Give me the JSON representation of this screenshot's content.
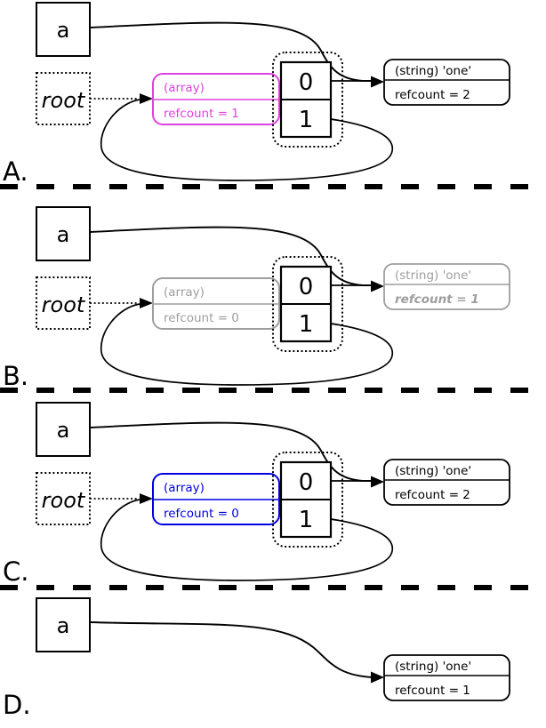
{
  "diagram": {
    "description_labels": {
      "cycle_structure": "array with self-referencing cell and string reference"
    },
    "colors": {
      "magenta": "#e040e0",
      "gray": "#9e9e9e",
      "blue": "#0000e0",
      "black": "#000000"
    }
  },
  "panels": [
    {
      "label": "A.",
      "var": "a",
      "root": "root",
      "array_type": "(array)",
      "array_refcount": "refcount = 1",
      "array_color": "#e040e0",
      "cell0": "0",
      "cell1": "1",
      "string_type": "(string) 'one'",
      "string_refcount": "refcount = 2",
      "string_color": "#000000"
    },
    {
      "label": "B.",
      "var": "a",
      "root": "root",
      "array_type": "(array)",
      "array_refcount": "refcount = 0",
      "array_color": "#9e9e9e",
      "cell0": "0",
      "cell1": "1",
      "string_type": "(string) 'one'",
      "string_refcount": "refcount = 1",
      "string_color": "#9e9e9e"
    },
    {
      "label": "C.",
      "var": "a",
      "root": "root",
      "array_type": "(array)",
      "array_refcount": "refcount = 0",
      "array_color": "#0000e0",
      "cell0": "0",
      "cell1": "1",
      "string_type": "(string) 'one'",
      "string_refcount": "refcount = 2",
      "string_color": "#000000"
    },
    {
      "label": "D.",
      "var": "a",
      "string_type": "(string) 'one'",
      "string_refcount": "refcount = 1",
      "string_color": "#000000"
    }
  ]
}
